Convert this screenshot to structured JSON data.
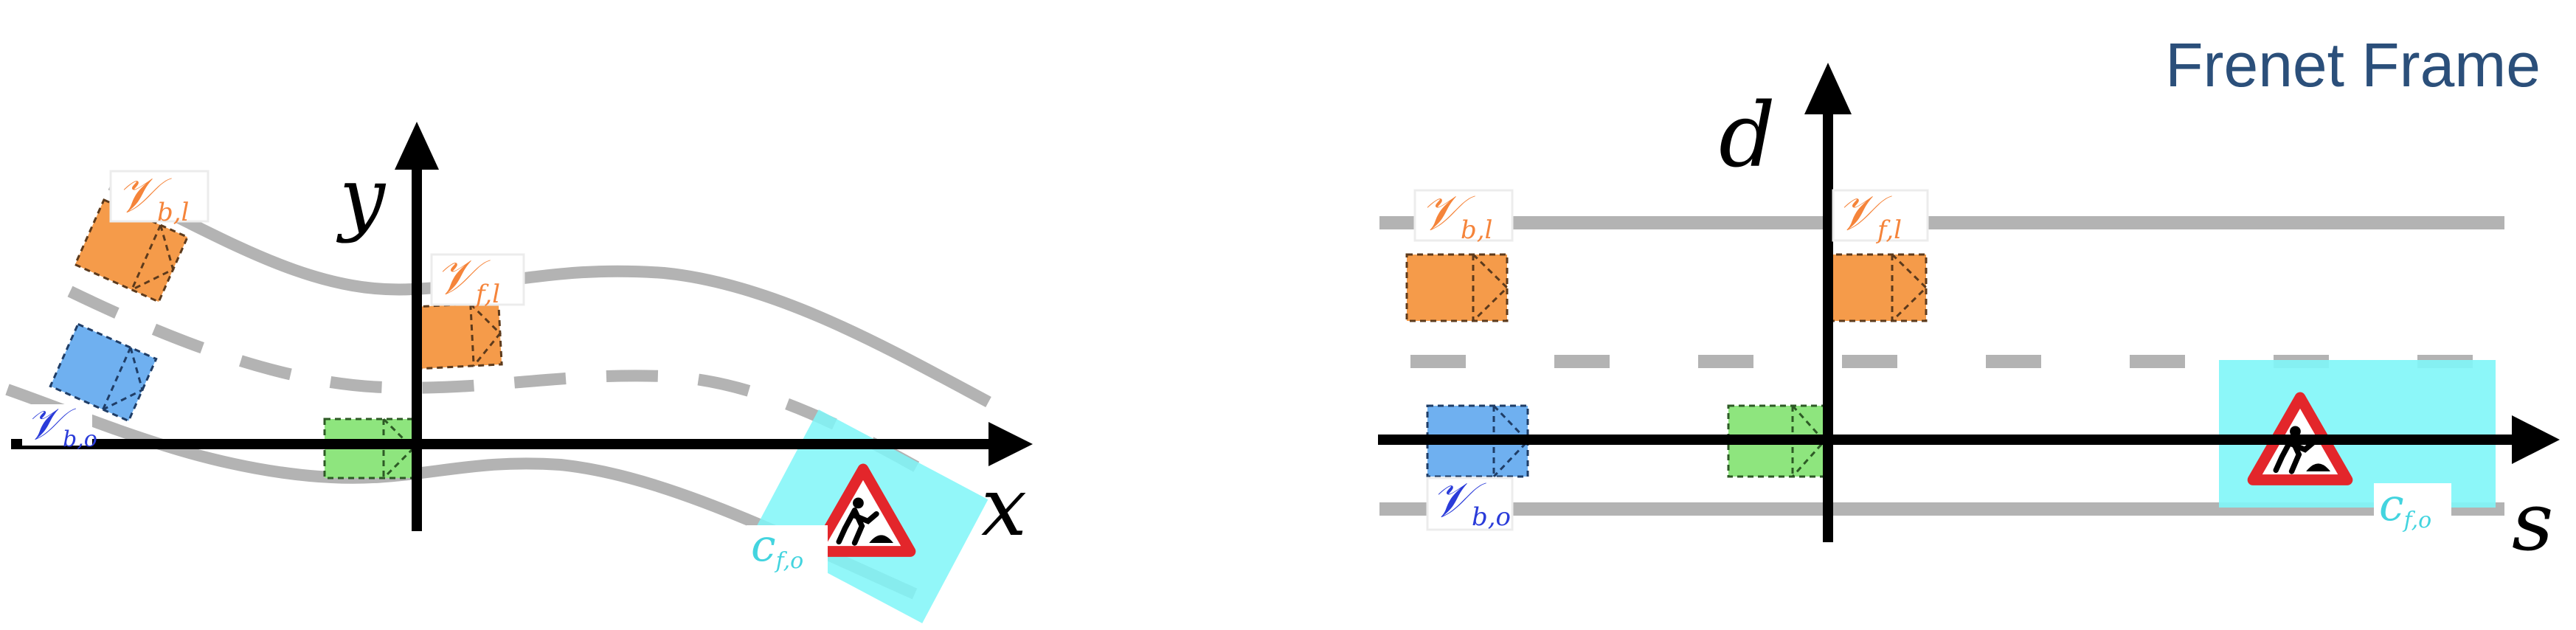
{
  "title": "Frenet Frame",
  "colors": {
    "road": "#b3b3b3",
    "axis": "#000000",
    "title": "#2b4f7a",
    "vehicle_orange": "#f59b4a",
    "vehicle_blue": "#6fb0f0",
    "ego_green": "#8ee57e",
    "construction_zone": "#7ff6f8",
    "label_orange": "#f5843a",
    "label_blue": "#2a3bd9",
    "label_cyan": "#43d4df",
    "sign_red": "#e3262b"
  },
  "cartesian": {
    "x_axis_label": "x",
    "y_axis_label": "y",
    "label_vbl": {
      "main": "𝒱",
      "sub": "b,l"
    },
    "label_vfl": {
      "main": "𝒱",
      "sub": "f,l"
    },
    "label_vbo": {
      "main": "𝒱",
      "sub": "b,o"
    },
    "label_cfo": {
      "main": "c",
      "sub": "f,o"
    }
  },
  "frenet": {
    "s_axis_label": "s",
    "d_axis_label": "d",
    "label_vbl": {
      "main": "𝒱",
      "sub": "b,l"
    },
    "label_vfl": {
      "main": "𝒱",
      "sub": "f,l"
    },
    "label_vbo": {
      "main": "𝒱",
      "sub": "b,o"
    },
    "label_cfo": {
      "main": "c",
      "sub": "f,o"
    }
  },
  "icons": {
    "construction_sign": "road-works-warning-sign-icon"
  }
}
